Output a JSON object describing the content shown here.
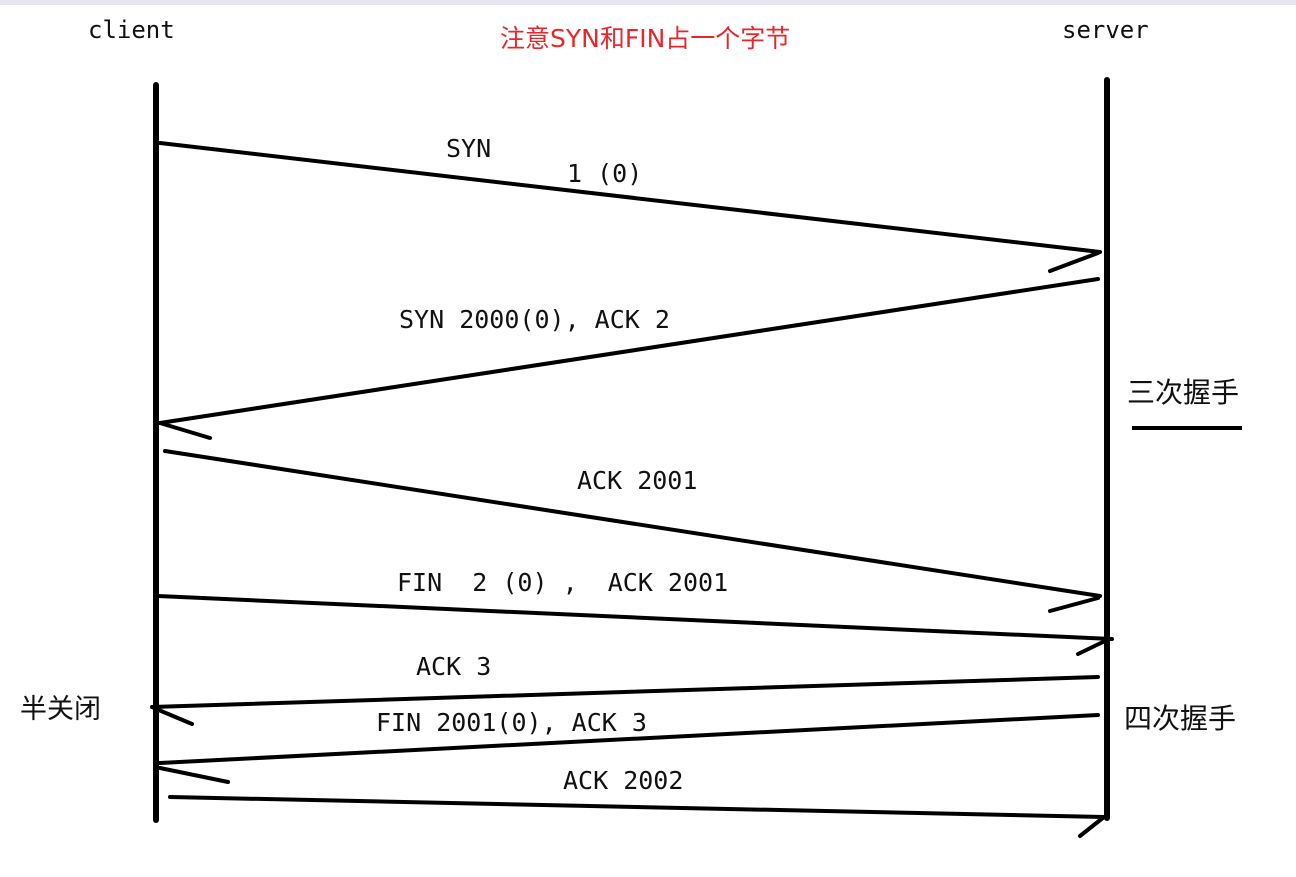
{
  "note": "注意SYN和FIN占一个字节",
  "note_color": "#e8262a",
  "endpoints": {
    "client": "client",
    "server": "server"
  },
  "messages": [
    {
      "line1": "SYN",
      "line2": "1 (0)",
      "direction": "client-to-server"
    },
    {
      "label": "SYN 2000(0), ACK 2",
      "direction": "server-to-client"
    },
    {
      "label": "ACK 2001",
      "direction": "client-to-server"
    },
    {
      "label": "FIN  2 (0) ,  ACK 2001",
      "direction": "client-to-server"
    },
    {
      "label": "ACK 3",
      "direction": "server-to-client"
    },
    {
      "label": "FIN 2001(0), ACK 3",
      "direction": "server-to-client"
    },
    {
      "label": "ACK 2002",
      "direction": "client-to-server"
    }
  ],
  "side_labels": {
    "three_way": "三次握手",
    "four_way": "四次握手",
    "half_close": "半关闭"
  },
  "line_color": "#000000"
}
